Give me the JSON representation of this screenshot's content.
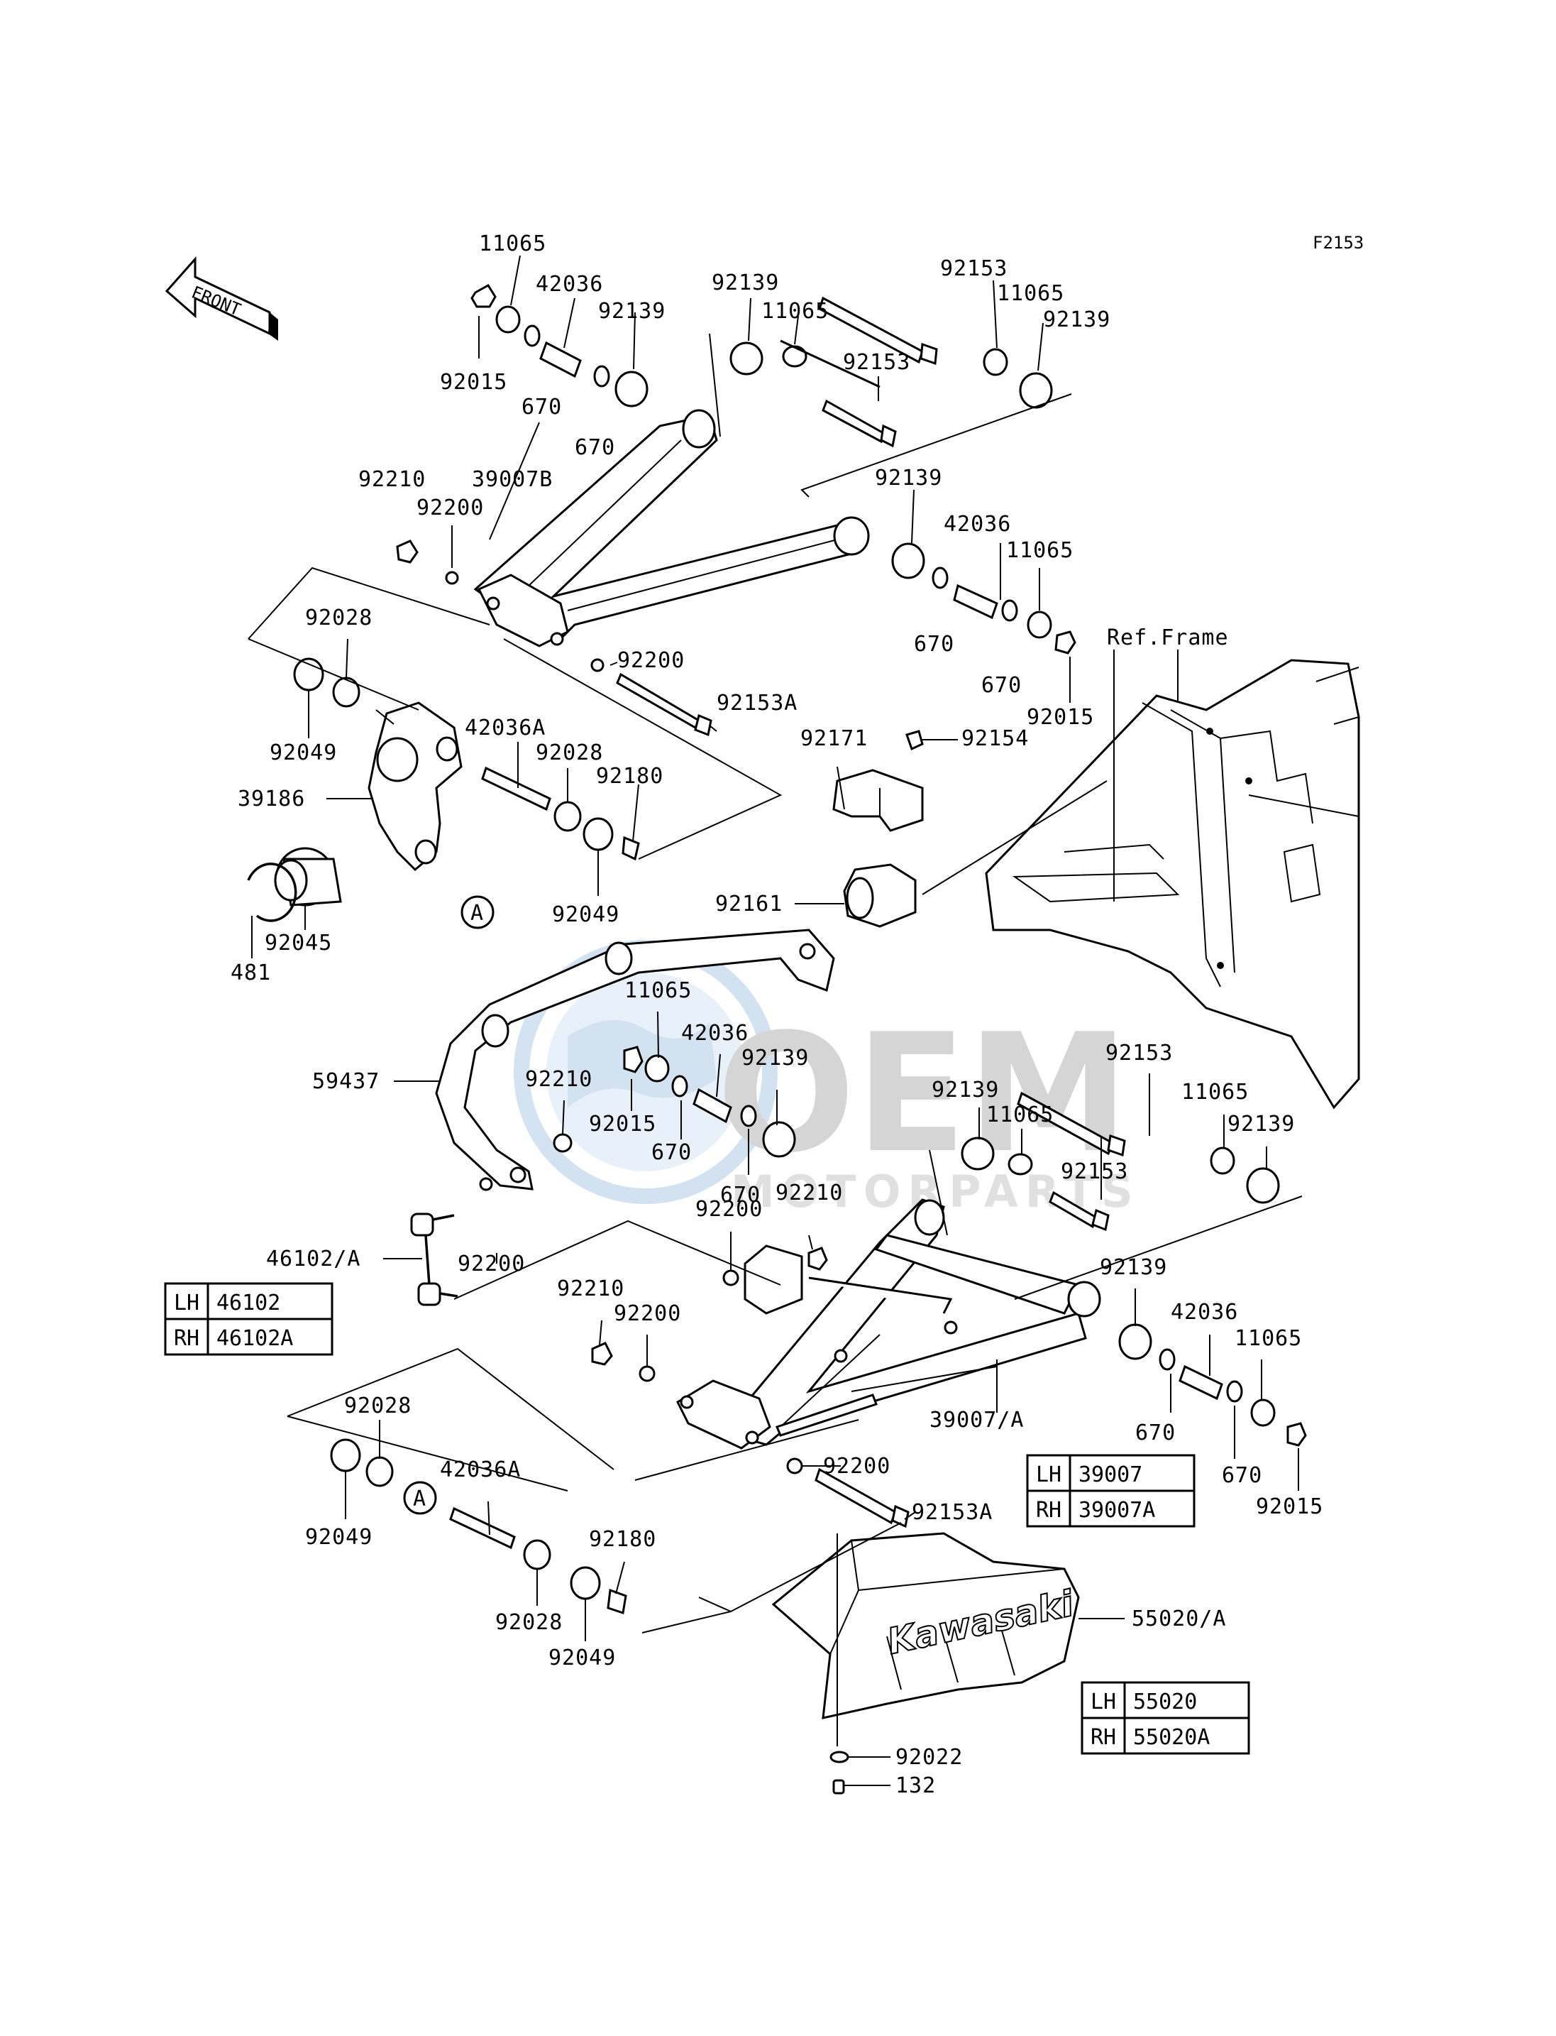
{
  "page_id": "F2153",
  "front_label": "FRONT",
  "ref_frame_label": "Ref.Frame",
  "brand_mark": "Kawasaki",
  "watermark": {
    "main": "OEM",
    "sub": "MOTORPARTS"
  },
  "part_labels": [
    {
      "id": "upper-11065-left",
      "text": "11065"
    },
    {
      "id": "upper-42036-left",
      "text": "42036"
    },
    {
      "id": "upper-92139-a",
      "text": "92139"
    },
    {
      "id": "upper-92139-b",
      "text": "92139"
    },
    {
      "id": "upper-11065-mid",
      "text": "11065"
    },
    {
      "id": "upper-92153-a",
      "text": "92153"
    },
    {
      "id": "upper-11065-right",
      "text": "11065"
    },
    {
      "id": "upper-92139-c",
      "text": "92139"
    },
    {
      "id": "upper-92153-b",
      "text": "92153"
    },
    {
      "id": "upper-92015-left",
      "text": "92015"
    },
    {
      "id": "upper-670-a",
      "text": "670"
    },
    {
      "id": "upper-670-b",
      "text": "670"
    },
    {
      "id": "upper-39007b",
      "text": "39007B"
    },
    {
      "id": "upper-92210",
      "text": "92210"
    },
    {
      "id": "upper-92200-a",
      "text": "92200"
    },
    {
      "id": "upper-92139-d",
      "text": "92139"
    },
    {
      "id": "upper-42036-right",
      "text": "42036"
    },
    {
      "id": "upper-11065-far",
      "text": "11065"
    },
    {
      "id": "upper-670-c",
      "text": "670"
    },
    {
      "id": "upper-670-d",
      "text": "670"
    },
    {
      "id": "upper-92015-right",
      "text": "92015"
    },
    {
      "id": "upper-92200-b",
      "text": "92200"
    },
    {
      "id": "upper-92153a",
      "text": "92153A"
    },
    {
      "id": "knuckle-92028-a",
      "text": "92028"
    },
    {
      "id": "knuckle-92049-a",
      "text": "92049"
    },
    {
      "id": "knuckle-42036a",
      "text": "42036A"
    },
    {
      "id": "knuckle-92028-b",
      "text": "92028"
    },
    {
      "id": "knuckle-92180",
      "text": "92180"
    },
    {
      "id": "knuckle-39186",
      "text": "39186"
    },
    {
      "id": "knuckle-92049-b",
      "text": "92049"
    },
    {
      "id": "knuckle-92045",
      "text": "92045"
    },
    {
      "id": "knuckle-481",
      "text": "481"
    },
    {
      "id": "stab-92171",
      "text": "92171"
    },
    {
      "id": "stab-92154",
      "text": "92154"
    },
    {
      "id": "stab-92161",
      "text": "92161"
    },
    {
      "id": "lower-11065-a",
      "text": "11065"
    },
    {
      "id": "lower-42036-a",
      "text": "42036"
    },
    {
      "id": "lower-92139-a",
      "text": "92139"
    },
    {
      "id": "lower-59437",
      "text": "59437"
    },
    {
      "id": "lower-92210-a",
      "text": "92210"
    },
    {
      "id": "lower-92015-a",
      "text": "92015"
    },
    {
      "id": "lower-670-a",
      "text": "670"
    },
    {
      "id": "lower-670-b",
      "text": "670"
    },
    {
      "id": "lower-92139-b",
      "text": "92139"
    },
    {
      "id": "lower-11065-b",
      "text": "11065"
    },
    {
      "id": "lower-92153-a",
      "text": "92153"
    },
    {
      "id": "lower-11065-c",
      "text": "11065"
    },
    {
      "id": "lower-92139-c",
      "text": "92139"
    },
    {
      "id": "lower-92153-b",
      "text": "92153"
    },
    {
      "id": "lower-92200-a",
      "text": "92200"
    },
    {
      "id": "lower-92210-b",
      "text": "92210"
    },
    {
      "id": "lower-46102a",
      "text": "46102/A"
    },
    {
      "id": "lower-92200-b",
      "text": "92200"
    },
    {
      "id": "lower-92210-c",
      "text": "92210"
    },
    {
      "id": "lower-92200-c",
      "text": "92200"
    },
    {
      "id": "lower-92139-d",
      "text": "92139"
    },
    {
      "id": "lower-42036-b",
      "text": "42036"
    },
    {
      "id": "lower-11065-d",
      "text": "11065"
    },
    {
      "id": "lower-39007a",
      "text": "39007/A"
    },
    {
      "id": "lower-670-c",
      "text": "670"
    },
    {
      "id": "lower-670-d",
      "text": "670"
    },
    {
      "id": "lower-92015-b",
      "text": "92015"
    },
    {
      "id": "lower-92200-d",
      "text": "92200"
    },
    {
      "id": "lower-92153a",
      "text": "92153A"
    },
    {
      "id": "hub-92028-a",
      "text": "92028"
    },
    {
      "id": "hub-42036a",
      "text": "42036A"
    },
    {
      "id": "hub-92049-a",
      "text": "92049"
    },
    {
      "id": "hub-92180",
      "text": "92180"
    },
    {
      "id": "hub-92028-b",
      "text": "92028"
    },
    {
      "id": "hub-92049-b",
      "text": "92049"
    },
    {
      "id": "guard-55020a",
      "text": "55020/A"
    },
    {
      "id": "guard-92022",
      "text": "92022"
    },
    {
      "id": "guard-132",
      "text": "132"
    }
  ],
  "ref_markers": [
    {
      "id": "marker-a-knuckle",
      "text": "A"
    },
    {
      "id": "marker-a-hub",
      "text": "A"
    }
  ],
  "side_tables": [
    {
      "id": "table-46102",
      "rows": [
        {
          "side": "LH",
          "part": "46102"
        },
        {
          "side": "RH",
          "part": "46102A"
        }
      ]
    },
    {
      "id": "table-39007",
      "rows": [
        {
          "side": "LH",
          "part": "39007"
        },
        {
          "side": "RH",
          "part": "39007A"
        }
      ]
    },
    {
      "id": "table-55020",
      "rows": [
        {
          "side": "LH",
          "part": "55020"
        },
        {
          "side": "RH",
          "part": "55020A"
        }
      ]
    }
  ]
}
